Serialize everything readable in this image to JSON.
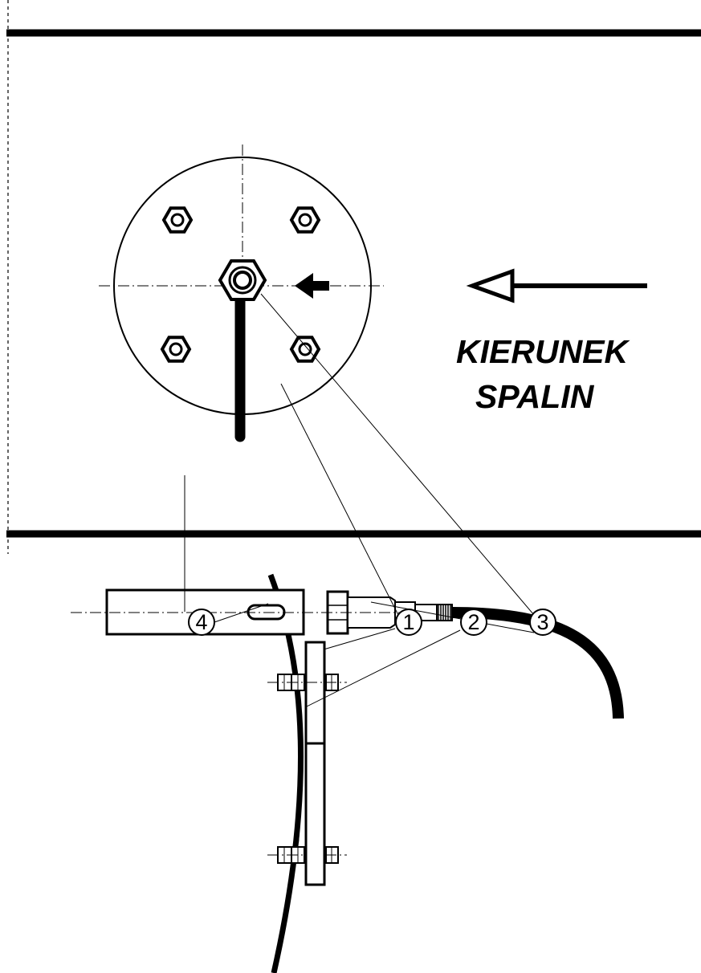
{
  "direction_text": {
    "line1": "KIERUNEK",
    "line2": "SPALIN"
  },
  "callouts": [
    {
      "number": "4"
    },
    {
      "number": "1"
    },
    {
      "number": "2"
    },
    {
      "number": "3"
    }
  ],
  "colors": {
    "ink": "#000000",
    "paper": "#ffffff"
  }
}
